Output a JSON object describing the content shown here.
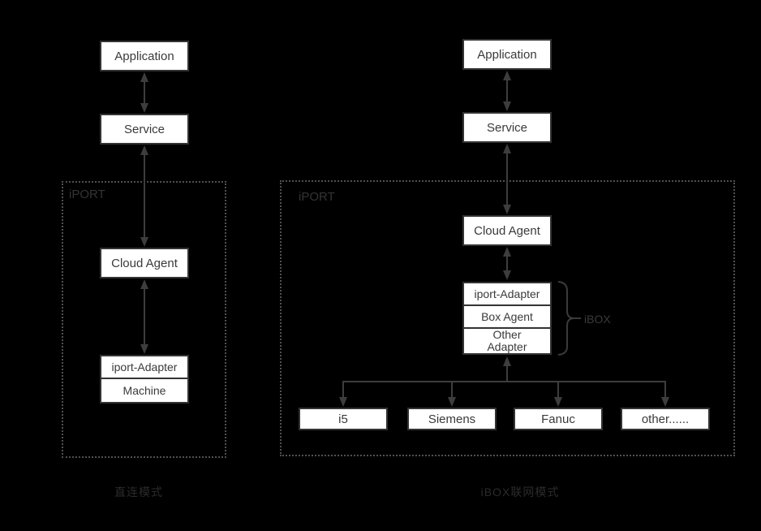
{
  "colors": {
    "background": "#000000",
    "box_fill": "#ffffff",
    "box_border": "#333333",
    "box_text": "#3a3a3a",
    "arrow": "#3d3d3d",
    "frame_border": "#505050",
    "frame_label": "#343434",
    "caption": "#2b2b2b",
    "brace": "#3a3a3a"
  },
  "left": {
    "frame_label": "iPORT",
    "caption": "直连模式",
    "nodes": {
      "application": "Application",
      "service": "Service",
      "cloud_agent": "Cloud Agent",
      "stack": {
        "adapter": "iport-Adapter",
        "machine": "Machine"
      }
    }
  },
  "right": {
    "frame_label": "iPORT",
    "caption": "iBOX联网模式",
    "brace_label": "iBOX",
    "nodes": {
      "application": "Application",
      "service": "Service",
      "cloud_agent": "Cloud Agent",
      "stack": {
        "adapter": "iport-Adapter",
        "box_agent": "Box Agent",
        "other_adapter": "Other\nAdapter"
      }
    },
    "devices": [
      "i5",
      "Siemens",
      "Fanuc",
      "other......"
    ]
  }
}
